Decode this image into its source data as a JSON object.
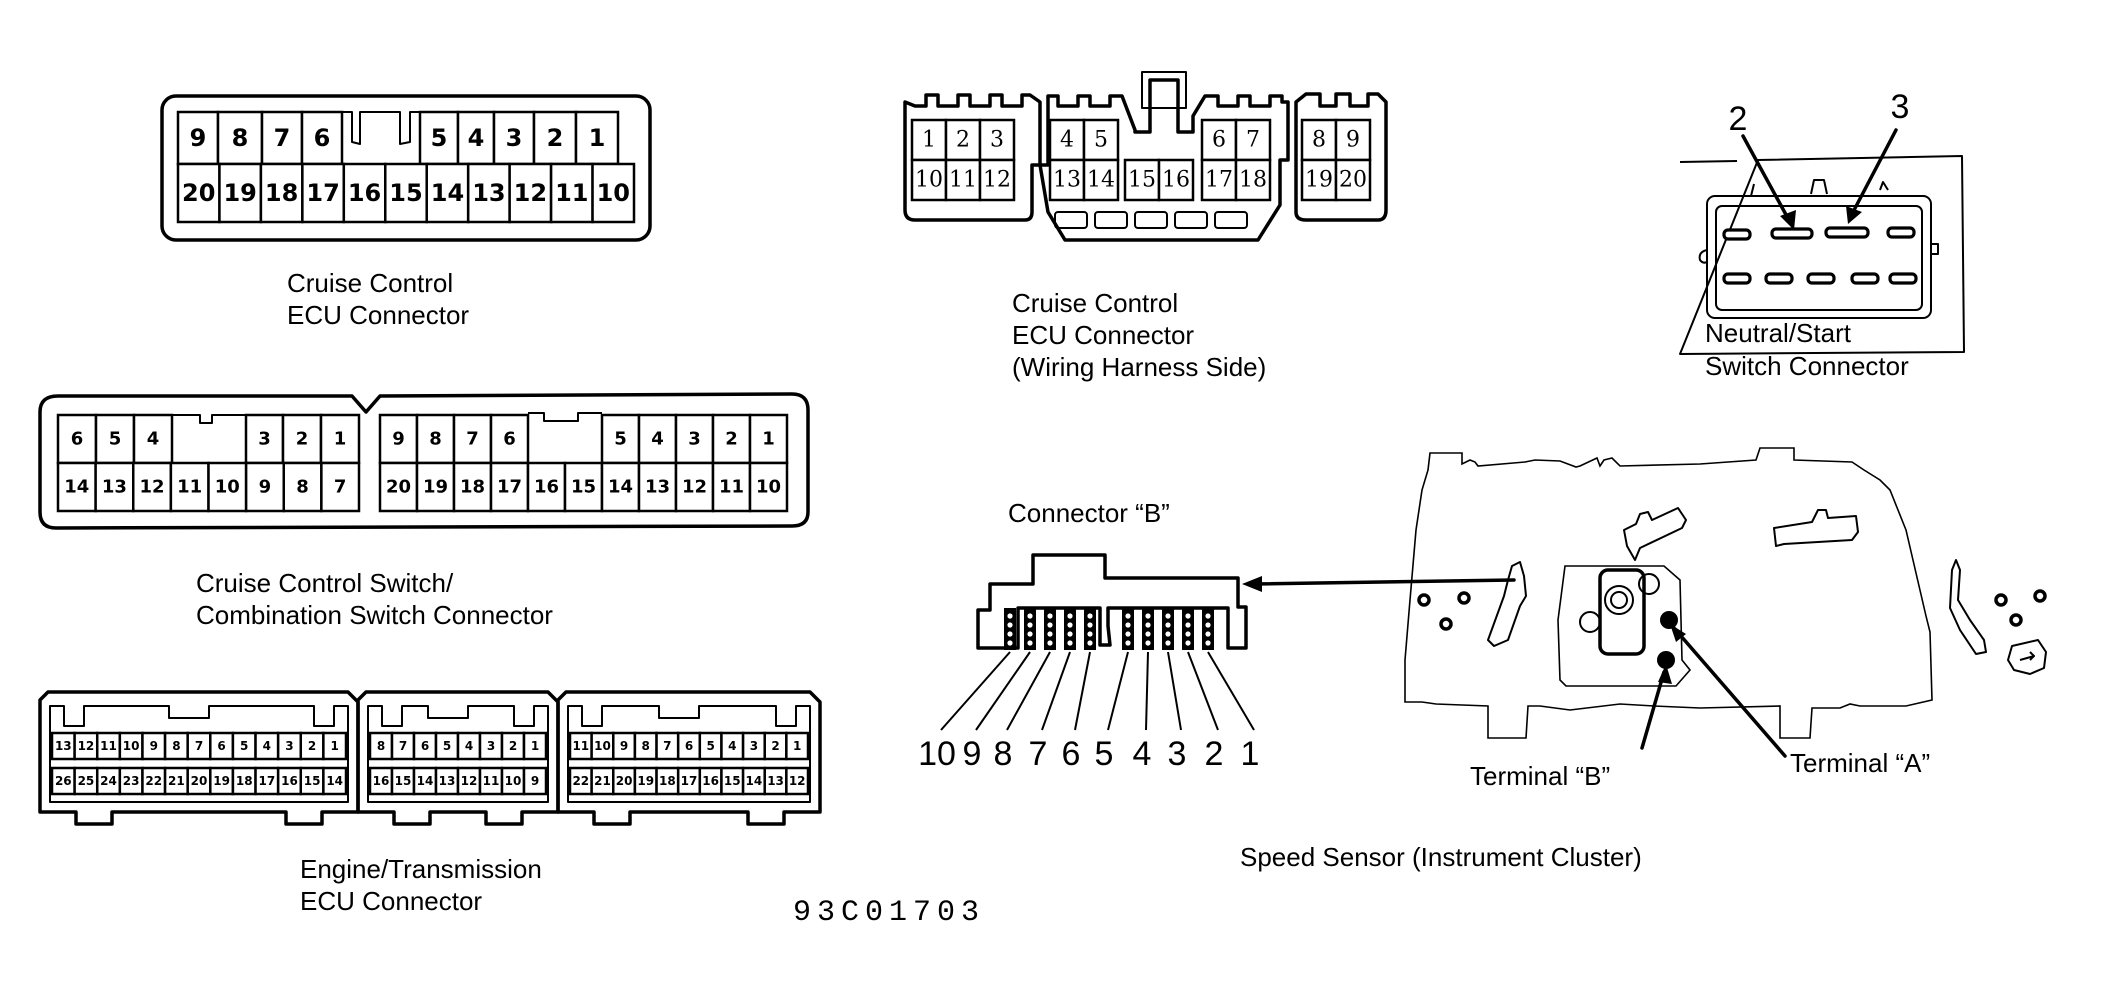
{
  "figure_id": "93C01703",
  "connectors": {
    "cruise_ecu": {
      "caption": [
        "Cruise Control",
        "ECU Connector"
      ],
      "top_row": [
        "9",
        "8",
        "7",
        "6",
        "",
        "5",
        "4",
        "3",
        "2",
        "1"
      ],
      "bottom_row": [
        "20",
        "19",
        "18",
        "17",
        "16",
        "15",
        "14",
        "13",
        "12",
        "11",
        "10"
      ]
    },
    "cruise_ecu_harness": {
      "caption": [
        "Cruise Control",
        "ECU Connector",
        "(Wiring Harness Side)"
      ],
      "group1": {
        "top": [
          "1",
          "2",
          "3"
        ],
        "bottom": [
          "10",
          "11",
          "12"
        ]
      },
      "group2": {
        "top": [
          "4",
          "5"
        ],
        "bottom": [
          "13",
          "14"
        ]
      },
      "group3": {
        "bottom": [
          "15",
          "16"
        ]
      },
      "group4": {
        "top": [
          "6",
          "7"
        ],
        "bottom": [
          "17",
          "18"
        ]
      },
      "group5": {
        "top": [
          "8",
          "9"
        ],
        "bottom": [
          "19",
          "20"
        ]
      }
    },
    "neutral_start": {
      "caption": [
        "Neutral/Start",
        "Switch Connector"
      ],
      "callouts": [
        "2",
        "3"
      ]
    },
    "cruise_switch": {
      "caption": [
        "Cruise Control Switch/",
        "Combination Switch Connector"
      ],
      "left": {
        "top": [
          "6",
          "5",
          "4",
          "",
          "3",
          "2",
          "1"
        ],
        "bottom": [
          "14",
          "13",
          "12",
          "11",
          "10",
          "9",
          "8",
          "7"
        ]
      },
      "right": {
        "top": [
          "9",
          "8",
          "7",
          "6",
          "",
          "5",
          "4",
          "3",
          "2",
          "1"
        ],
        "bottom": [
          "20",
          "19",
          "18",
          "17",
          "16",
          "15",
          "14",
          "13",
          "12",
          "11",
          "10"
        ]
      }
    },
    "engine_trans_ecu": {
      "caption": [
        "Engine/Transmission",
        "ECU Connector"
      ],
      "block1": {
        "top": [
          "13",
          "12",
          "11",
          "10",
          "9",
          "8",
          "7",
          "6",
          "5",
          "4",
          "3",
          "2",
          "1"
        ],
        "bottom": [
          "26",
          "25",
          "24",
          "23",
          "22",
          "21",
          "20",
          "19",
          "18",
          "17",
          "16",
          "15",
          "14"
        ]
      },
      "block2": {
        "top": [
          "8",
          "7",
          "6",
          "5",
          "4",
          "3",
          "2",
          "1"
        ],
        "bottom": [
          "16",
          "15",
          "14",
          "13",
          "12",
          "11",
          "10",
          "9"
        ]
      },
      "block3": {
        "top": [
          "11",
          "10",
          "9",
          "8",
          "7",
          "6",
          "5",
          "4",
          "3",
          "2",
          "1"
        ],
        "bottom": [
          "22",
          "21",
          "20",
          "19",
          "18",
          "17",
          "16",
          "15",
          "14",
          "13",
          "12"
        ]
      }
    },
    "connector_b": {
      "label": "Connector “B”",
      "pins": [
        "10",
        "9",
        "8",
        "7",
        "6",
        "5",
        "4",
        "3",
        "2",
        "1"
      ]
    },
    "speed_sensor": {
      "caption": "Speed Sensor (Instrument Cluster)",
      "terminal_a": "Terminal “A”",
      "terminal_b": "Terminal “B”"
    }
  }
}
